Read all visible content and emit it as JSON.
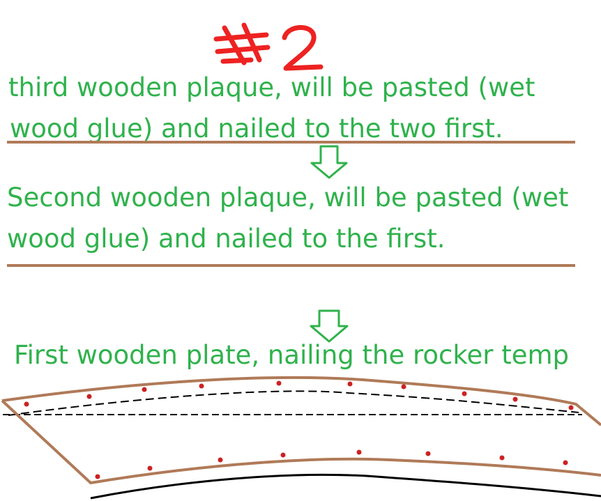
{
  "title": "#2",
  "layers": [
    {
      "id": "third",
      "lines": [
        "third wooden plaque, will be pasted (wet",
        "wood glue) and nailed to the two first."
      ]
    },
    {
      "id": "second",
      "lines": [
        "Second wooden plaque, will be pasted (wet",
        "wood glue) and nailed to the first."
      ]
    },
    {
      "id": "first",
      "lines": [
        "First wooden plate, nailing the rocker temp"
      ]
    }
  ],
  "colors": {
    "text": "#2fb24c",
    "title": "#ee2222",
    "board": "#b07a58",
    "nail": "#cc2222",
    "arrow": "#2fb24c",
    "line": "#000000"
  }
}
